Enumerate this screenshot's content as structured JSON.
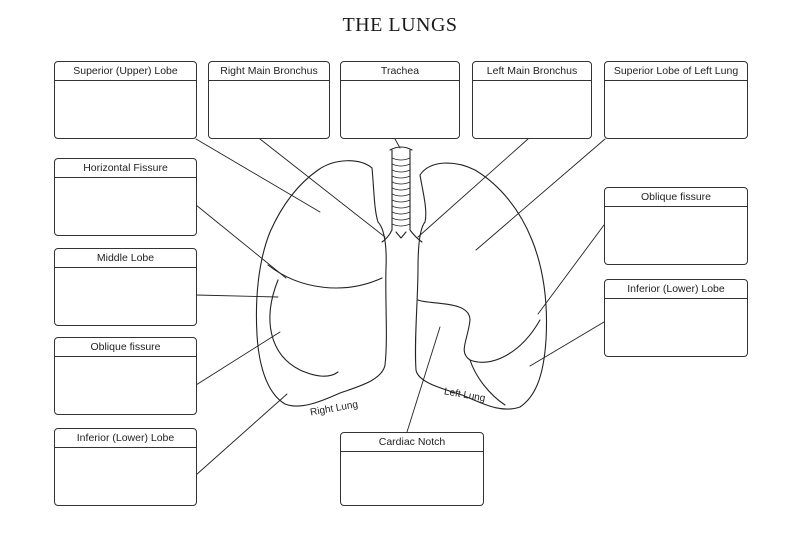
{
  "title": "THE LUNGS",
  "labels": {
    "superior_upper_lobe": "Superior (Upper) Lobe",
    "right_main_bronchus": "Right Main Bronchus",
    "trachea": "Trachea",
    "left_main_bronchus": "Left Main Bronchus",
    "superior_lobe_left_lung": "Superior Lobe of Left Lung",
    "horizontal_fissure": "Horizontal Fissure",
    "middle_lobe": "Middle Lobe",
    "oblique_fissure_right": "Oblique fissure",
    "inferior_lower_lobe_right": "Inferior (Lower) Lobe",
    "oblique_fissure_left": "Oblique fissure",
    "inferior_lower_lobe_left": "Inferior (Lower) Lobe",
    "cardiac_notch": "Cardiac Notch"
  },
  "lung_labels": {
    "right_lung": "Right Lung",
    "left_lung": "Left Lung"
  }
}
